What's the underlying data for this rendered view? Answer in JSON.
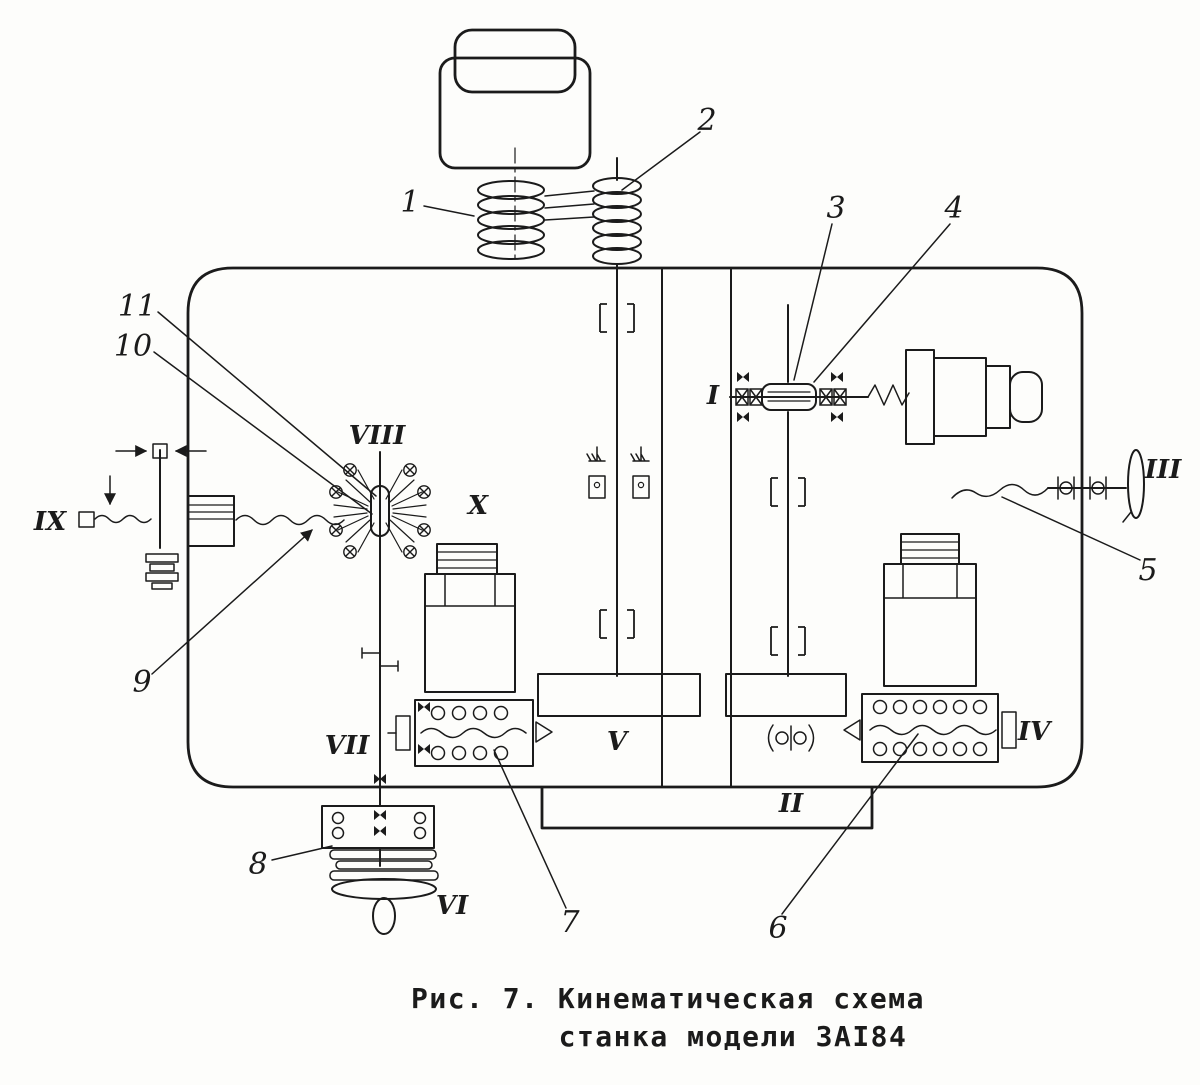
{
  "figure": {
    "caption": {
      "line1": "Рис. 7. Кинематическая схема",
      "line2": "станка модели 3AI84"
    },
    "part_labels": {
      "p1": "1",
      "p2": "2",
      "p3": "3",
      "p4": "4",
      "p5": "5",
      "p6": "6",
      "p7": "7",
      "p8": "8",
      "p9": "9",
      "p10": "10",
      "p11": "11"
    },
    "shaft_labels": {
      "I": "I",
      "II": "II",
      "III": "III",
      "IV": "IV",
      "V": "V",
      "VI": "VI",
      "VII": "VII",
      "VIII": "VIII",
      "IX": "IX",
      "X": "X"
    },
    "colors": {
      "ink": "#1b1b1b",
      "paper": "#fdfdfb"
    }
  }
}
